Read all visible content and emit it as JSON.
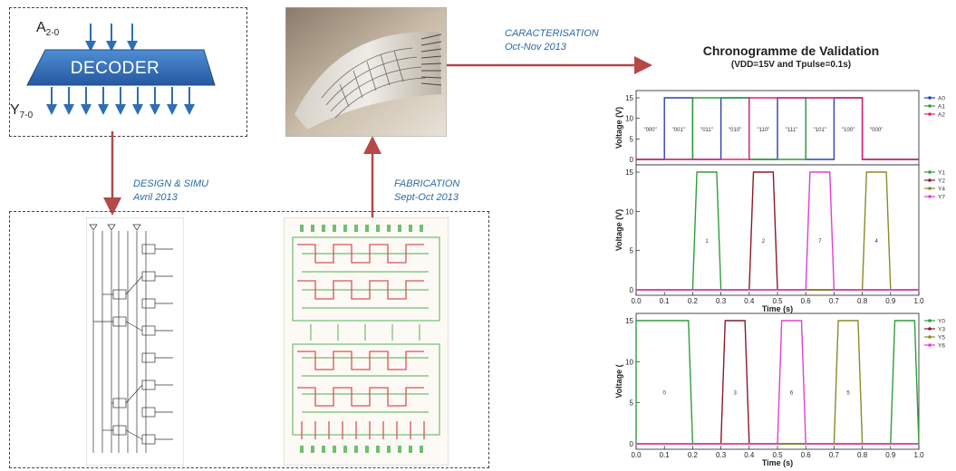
{
  "decoder": {
    "label": "DECODER",
    "input_label": "A",
    "input_sub": "2-0",
    "output_label": "Y",
    "output_sub": "7-0"
  },
  "stages": {
    "design": {
      "title": "DESIGN & SIMU",
      "date": "Avril 2013"
    },
    "fabrication": {
      "title": "FABRICATION",
      "date": "Sept-Oct 2013"
    },
    "characterisation": {
      "title": "CARACTERISATION",
      "date": "Oct-Nov 2013"
    }
  },
  "colors": {
    "decoder_blue": "#2f6db5",
    "arrow_red": "#b54848",
    "stage_text": "#2a6aa5",
    "pcb_red": "#d9534f",
    "pcb_green": "#6fbf6f"
  },
  "chart_data": {
    "type": "line",
    "title": "Chronogramme de Validation",
    "subtitle": "(VDD=15V and Tpulse=0.1s)",
    "panels": [
      {
        "ylabel": "Voltage (V)",
        "xlabel": "",
        "xlim": [
          0,
          1.0
        ],
        "ylim": [
          0,
          15
        ],
        "yticks": [
          "0",
          "5",
          "10",
          "15"
        ],
        "series": [
          {
            "name": "A0",
            "color": "#2b3fb8",
            "times": [
              0.1,
              0.2,
              0.3,
              0.4,
              0.5,
              0.6,
              0.7,
              0.8,
              0.9,
              1.0
            ],
            "levels": [
              0,
              15,
              0,
              15,
              0,
              15,
              0,
              15,
              0,
              0
            ]
          },
          {
            "name": "A1",
            "color": "#2f9e3a",
            "times": [
              0.1,
              0.2,
              0.3,
              0.4,
              0.5,
              0.6,
              0.7,
              0.8,
              0.9,
              1.0
            ],
            "levels": [
              0,
              0,
              15,
              15,
              0,
              0,
              15,
              15,
              0,
              0
            ]
          },
          {
            "name": "A2",
            "color": "#e0207a",
            "times": [
              0.1,
              0.2,
              0.3,
              0.4,
              0.5,
              0.6,
              0.7,
              0.8,
              0.9,
              1.0
            ],
            "levels": [
              0,
              0,
              0,
              0,
              15,
              15,
              15,
              15,
              0,
              0
            ]
          }
        ],
        "annotations": [
          {
            "x": 0.05,
            "text": "\"000\""
          },
          {
            "x": 0.15,
            "text": "\"001\""
          },
          {
            "x": 0.25,
            "text": "\"011\""
          },
          {
            "x": 0.35,
            "text": "\"010\""
          },
          {
            "x": 0.45,
            "text": "\"110\""
          },
          {
            "x": 0.55,
            "text": "\"111\""
          },
          {
            "x": 0.65,
            "text": "\"101\""
          },
          {
            "x": 0.75,
            "text": "\"100\""
          },
          {
            "x": 0.85,
            "text": "\"000\""
          }
        ]
      },
      {
        "ylabel": "Voltage (V)",
        "xlabel": "Time (s)",
        "xlim": [
          0,
          1.0
        ],
        "ylim": [
          0,
          15
        ],
        "yticks": [
          "0",
          "5",
          "10",
          "15"
        ],
        "xticks": [
          "0.0",
          "0.1",
          "0.2",
          "0.3",
          "0.4",
          "0.5",
          "0.6",
          "0.7",
          "0.8",
          "0.9",
          "1.0"
        ],
        "series": [
          {
            "name": "Y1",
            "color": "#2f9e3a",
            "pulse": [
              0.2,
              0.3
            ],
            "label": "1"
          },
          {
            "name": "Y2",
            "color": "#8b1a2b",
            "pulse": [
              0.4,
              0.5
            ],
            "label": "2"
          },
          {
            "name": "Y4",
            "color": "#8a8a2a",
            "pulse": [
              0.8,
              0.9
            ],
            "label": "4"
          },
          {
            "name": "Y7",
            "color": "#e040d0",
            "pulse": [
              0.6,
              0.7
            ],
            "label": "7"
          }
        ]
      },
      {
        "ylabel": "Voltage (",
        "xlabel": "Time (s)",
        "xlim": [
          0,
          1.0
        ],
        "ylim": [
          0,
          15
        ],
        "yticks": [
          "0",
          "5",
          "10",
          "15"
        ],
        "xticks": [
          "0.0",
          "0.1",
          "0.2",
          "0.3",
          "0.4",
          "0.5",
          "0.6",
          "0.7",
          "0.8",
          "0.9",
          "1.0"
        ],
        "series": [
          {
            "name": "Y0",
            "color": "#2f9e3a",
            "pulse": [
              0.0,
              0.2
            ],
            "pulse2": [
              0.9,
              1.0
            ],
            "label": "0"
          },
          {
            "name": "Y3",
            "color": "#8b1a2b",
            "pulse": [
              0.3,
              0.4
            ],
            "label": "3"
          },
          {
            "name": "Y5",
            "color": "#8a8a2a",
            "pulse": [
              0.7,
              0.8
            ],
            "label": "5"
          },
          {
            "name": "Y6",
            "color": "#e040d0",
            "pulse": [
              0.5,
              0.6
            ],
            "label": "6"
          }
        ]
      }
    ]
  }
}
